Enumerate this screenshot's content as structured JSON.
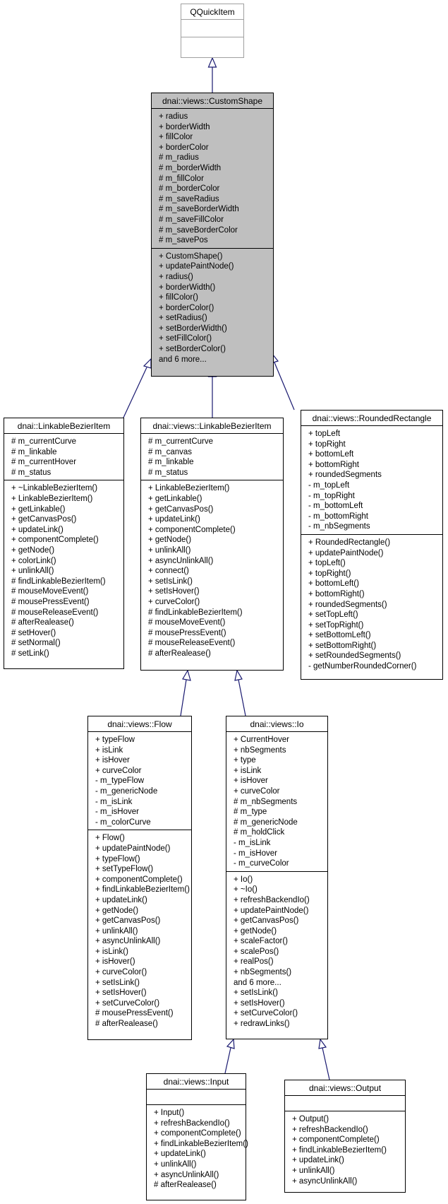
{
  "classes": {
    "qquickitem": {
      "name": "QQuickItem",
      "attributes": [],
      "methods": []
    },
    "customshape": {
      "name": "dnai::views::CustomShape",
      "attributes": [
        "+ radius",
        "+ borderWidth",
        "+ fillColor",
        "+ borderColor",
        "# m_radius",
        "# m_borderWidth",
        "# m_fillColor",
        "# m_borderColor",
        "# m_saveRadius",
        "# m_saveBorderWidth",
        "# m_saveFillColor",
        "# m_saveBorderColor",
        "# m_savePos"
      ],
      "methods": [
        "+ CustomShape()",
        "+ updatePaintNode()",
        "+ radius()",
        "+ borderWidth()",
        "+ fillColor()",
        "+ borderColor()",
        "+ setRadius()",
        "+ setBorderWidth()",
        "+ setFillColor()",
        "+ setBorderColor()",
        "and 6 more..."
      ]
    },
    "linkable_left": {
      "name": "dnai::LinkableBezierItem",
      "attributes": [
        "# m_currentCurve",
        "# m_linkable",
        "# m_currentHover",
        "# m_status"
      ],
      "methods": [
        "+ ~LinkableBezierItem()",
        "+ LinkableBezierItem()",
        "+ getLinkable()",
        "+ getCanvasPos()",
        "+ updateLink()",
        "+ componentComplete()",
        "+ getNode()",
        "+ colorLink()",
        "+ unlinkAll()",
        "# findLinkableBezierItem()",
        "# mouseMoveEvent()",
        "# mousePressEvent()",
        "# mouseReleaseEvent()",
        "# afterRealease()",
        "# setHover()",
        "# setNormal()",
        "# setLink()"
      ]
    },
    "linkable_mid": {
      "name": "dnai::views::LinkableBezierItem",
      "attributes": [
        "# m_currentCurve",
        "# m_canvas",
        "# m_linkable",
        "# m_status"
      ],
      "methods": [
        "+ LinkableBezierItem()",
        "+ getLinkable()",
        "+ getCanvasPos()",
        "+ updateLink()",
        "+ componentComplete()",
        "+ getNode()",
        "+ unlinkAll()",
        "+ asyncUnlinkAll()",
        "+ connect()",
        "+ setIsLink()",
        "+ setIsHover()",
        "+ curveColor()",
        "# findLinkableBezierItem()",
        "# mouseMoveEvent()",
        "# mousePressEvent()",
        "# mouseReleaseEvent()",
        "# afterRealease()"
      ]
    },
    "rounded": {
      "name": "dnai::views::RoundedRectangle",
      "attributes": [
        "+ topLeft",
        "+ topRight",
        "+ bottomLeft",
        "+ bottomRight",
        "+ roundedSegments",
        "- m_topLeft",
        "- m_topRight",
        "- m_bottomLeft",
        "- m_bottomRight",
        "- m_nbSegments"
      ],
      "methods": [
        "+ RoundedRectangle()",
        "+ updatePaintNode()",
        "+ topLeft()",
        "+ topRight()",
        "+ bottomLeft()",
        "+ bottomRight()",
        "+ roundedSegments()",
        "+ setTopLeft()",
        "+ setTopRight()",
        "+ setBottomLeft()",
        "+ setBottomRight()",
        "+ setRoundedSegments()",
        "- getNumberRoundedCorner()"
      ]
    },
    "flow": {
      "name": "dnai::views::Flow",
      "attributes": [
        "+ typeFlow",
        "+ isLink",
        "+ isHover",
        "+ curveColor",
        "- m_typeFlow",
        "- m_genericNode",
        "- m_isLink",
        "- m_isHover",
        "- m_colorCurve"
      ],
      "methods": [
        "+ Flow()",
        "+ updatePaintNode()",
        "+ typeFlow()",
        "+ setTypeFlow()",
        "+ componentComplete()",
        "+ findLinkableBezierItem()",
        "+ updateLink()",
        "+ getNode()",
        "+ getCanvasPos()",
        "+ unlinkAll()",
        "+ asyncUnlinkAll()",
        "+ isLink()",
        "+ isHover()",
        "+ curveColor()",
        "+ setIsLink()",
        "+ setIsHover()",
        "+ setCurveColor()",
        "# mousePressEvent()",
        "# afterRealease()"
      ]
    },
    "io": {
      "name": "dnai::views::Io",
      "attributes": [
        "+ CurrentHover",
        "+ nbSegments",
        "+ type",
        "+ isLink",
        "+ isHover",
        "+ curveColor",
        "# m_nbSegments",
        "# m_type",
        "# m_genericNode",
        "# m_holdClick",
        "- m_isLink",
        "- m_isHover",
        "- m_curveColor"
      ],
      "methods": [
        "+ Io()",
        "+ ~Io()",
        "+ refreshBackendIo()",
        "+ updatePaintNode()",
        "+ getCanvasPos()",
        "+ getNode()",
        "+ scaleFactor()",
        "+ scalePos()",
        "+ realPos()",
        "+ nbSegments()",
        "and 6 more...",
        "+ setIsLink()",
        "+ setIsHover()",
        "+ setCurveColor()",
        "+ redrawLinks()"
      ]
    },
    "input": {
      "name": "dnai::views::Input",
      "attributes": [],
      "methods": [
        "+ Input()",
        "+ refreshBackendIo()",
        "+ componentComplete()",
        "+ findLinkableBezierItem()",
        "+ updateLink()",
        "+ unlinkAll()",
        "+ asyncUnlinkAll()",
        "# afterRealease()"
      ]
    },
    "output": {
      "name": "dnai::views::Output",
      "attributes": [],
      "methods": [
        "+ Output()",
        "+ refreshBackendIo()",
        "+ componentComplete()",
        "+ findLinkableBezierItem()",
        "+ updateLink()",
        "+ unlinkAll()",
        "+ asyncUnlinkAll()"
      ]
    }
  },
  "colors": {
    "edge": "#191970",
    "highlight": "#bfbfbf"
  }
}
